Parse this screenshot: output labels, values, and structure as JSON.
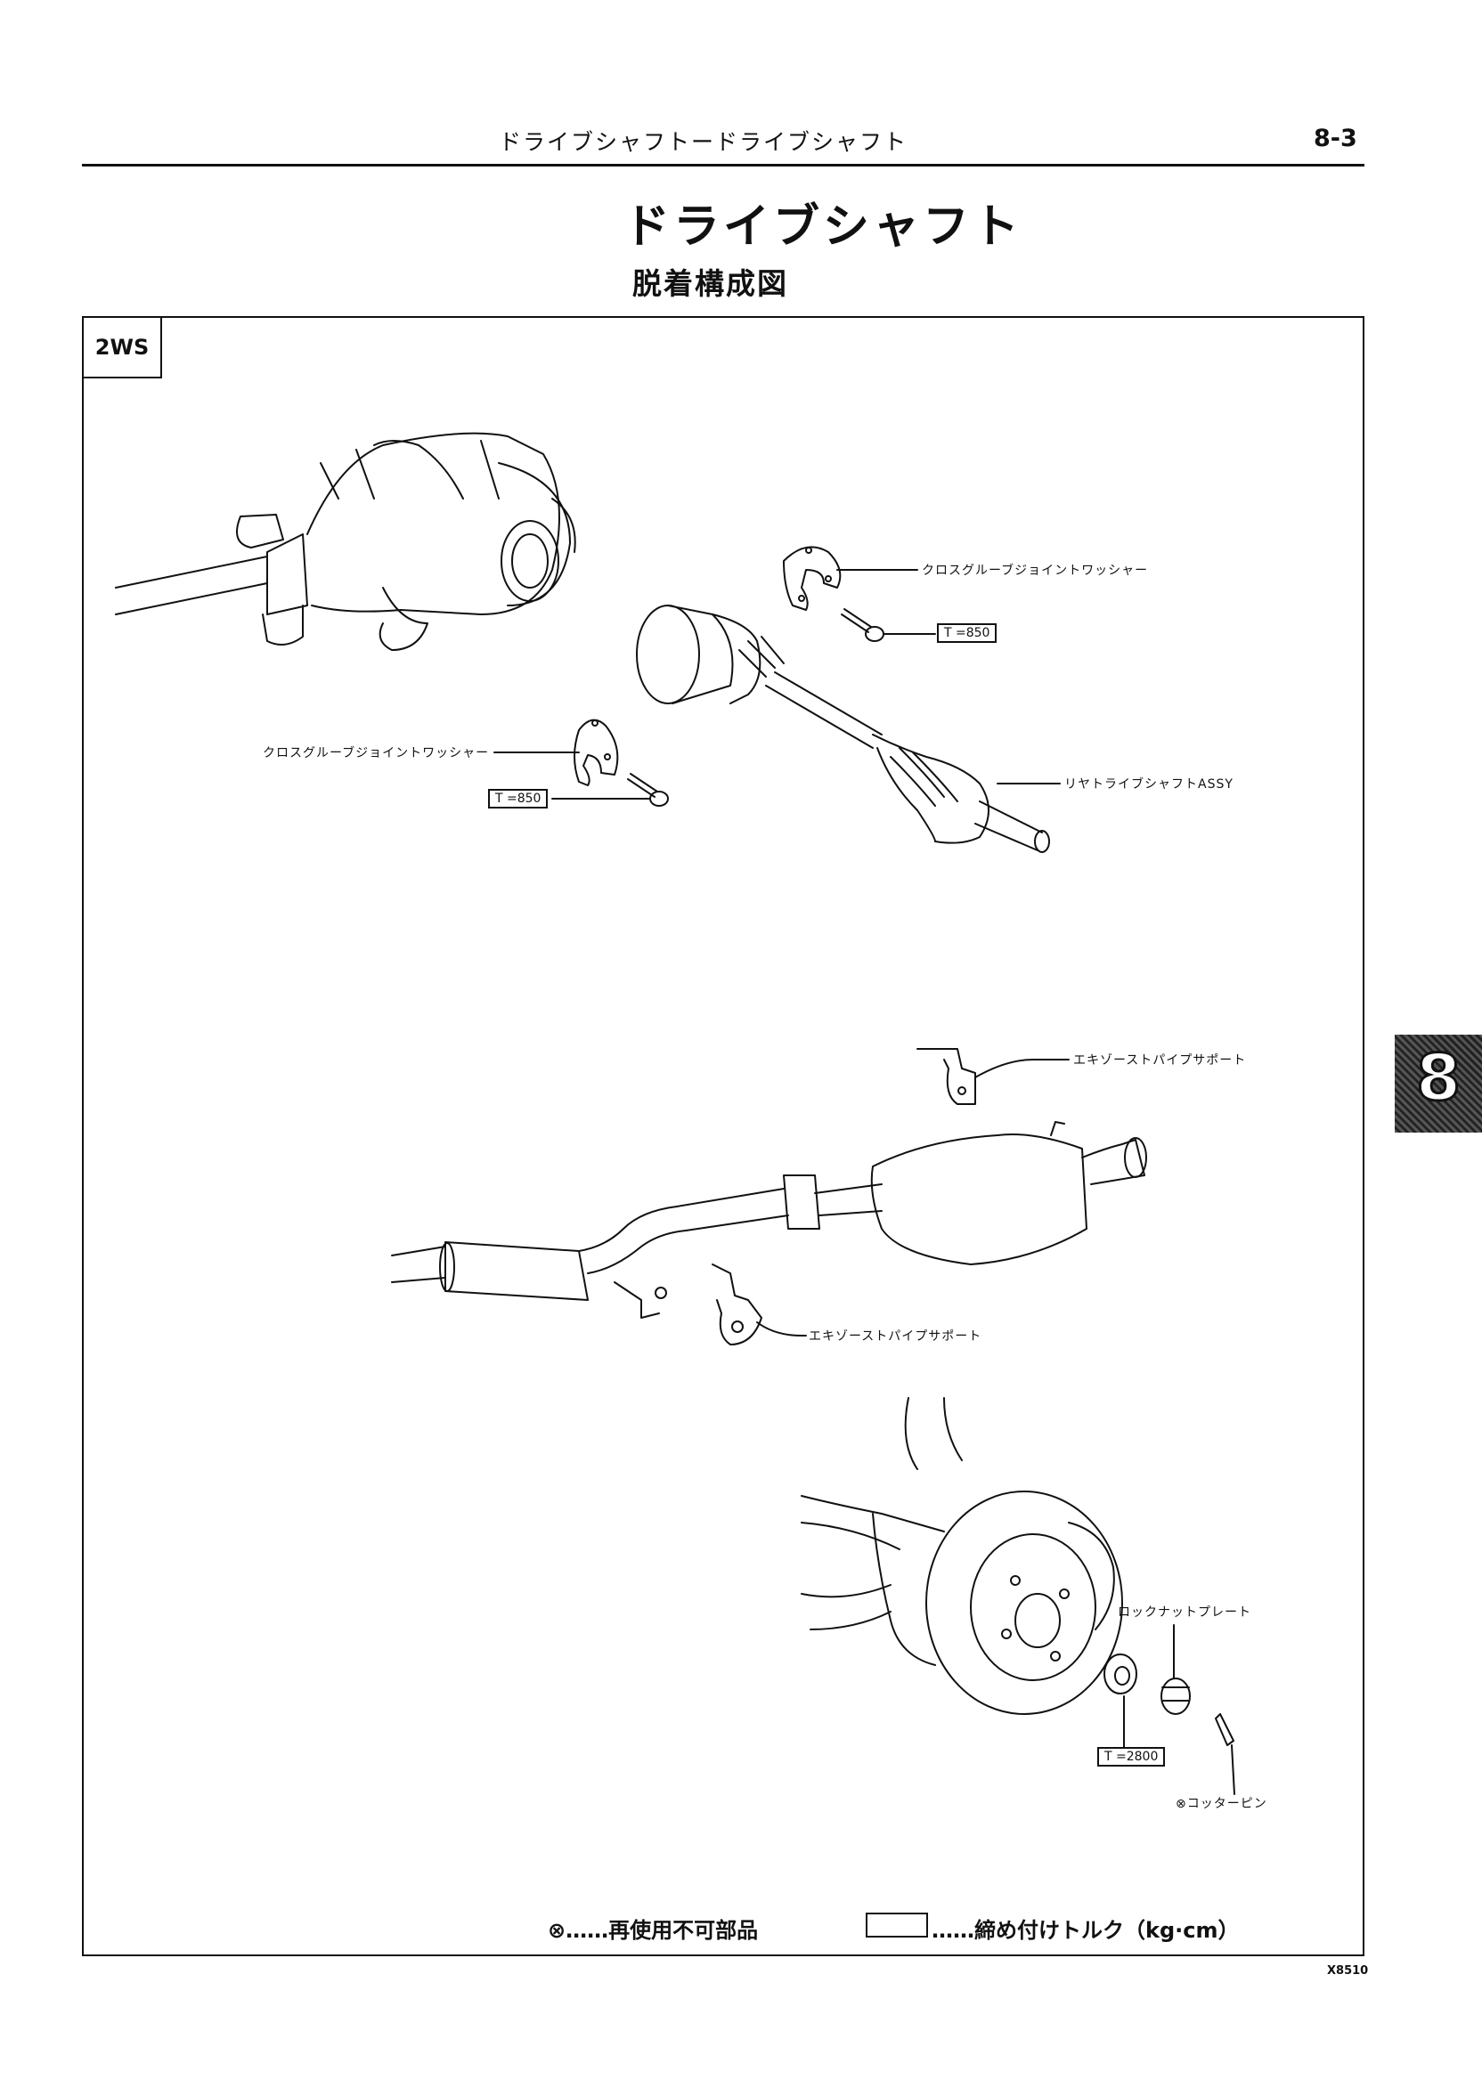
{
  "header": {
    "title": "ドライブシャフトードライブシャフト",
    "page_number": "8-3"
  },
  "main_title": "ドライブシャフト",
  "subtitle": "脱着構成図",
  "variant_tag": "2WS",
  "labels": {
    "cross_groove_washer_right": "クロスグルーブジョイントワッシャー",
    "torque_right": "T =850",
    "cross_groove_washer_left": "クロスグルーブジョイントワッシャー",
    "torque_left": "T =850",
    "rear_drive_shaft": "リヤトライブシャフトASSY",
    "exhaust_support_upper": "エキゾーストパイプサポート",
    "exhaust_support_lower": "エキゾーストパイプサポート",
    "lock_nut_plate": "ロックナットプレート",
    "torque_hub": "T =2800",
    "cotter_pin": "⊗コッターピン"
  },
  "section_tab": "8",
  "legend": {
    "non_reusable": "⊗……再使用不可部品",
    "torque": "……締め付けトルク（kg·cm）"
  },
  "figure_code": "X8510"
}
